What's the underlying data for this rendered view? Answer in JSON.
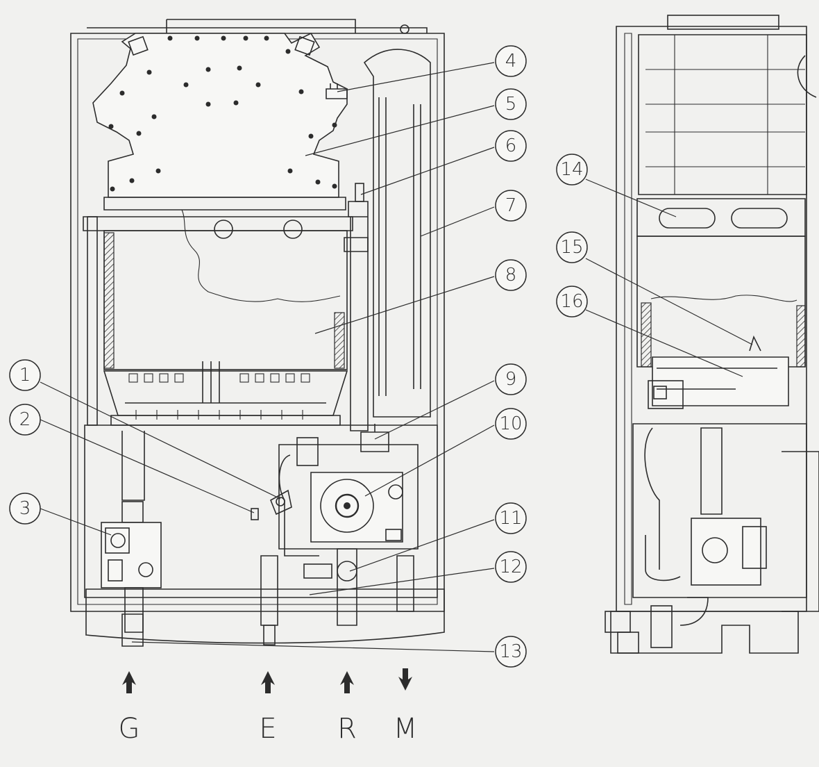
{
  "callouts": [
    {
      "id": "1",
      "label": "1"
    },
    {
      "id": "2",
      "label": "2"
    },
    {
      "id": "3",
      "label": "3"
    },
    {
      "id": "4",
      "label": "4"
    },
    {
      "id": "5",
      "label": "5"
    },
    {
      "id": "6",
      "label": "6"
    },
    {
      "id": "7",
      "label": "7"
    },
    {
      "id": "8",
      "label": "8"
    },
    {
      "id": "9",
      "label": "9"
    },
    {
      "id": "10",
      "label": "10"
    },
    {
      "id": "11",
      "label": "11"
    },
    {
      "id": "12",
      "label": "12"
    },
    {
      "id": "13",
      "label": "13"
    },
    {
      "id": "14",
      "label": "14"
    },
    {
      "id": "15",
      "label": "15"
    },
    {
      "id": "16",
      "label": "16"
    }
  ],
  "connections": [
    {
      "letter": "G",
      "direction": "up"
    },
    {
      "letter": "E",
      "direction": "up"
    },
    {
      "letter": "R",
      "direction": "up"
    },
    {
      "letter": "M",
      "direction": "down"
    }
  ]
}
